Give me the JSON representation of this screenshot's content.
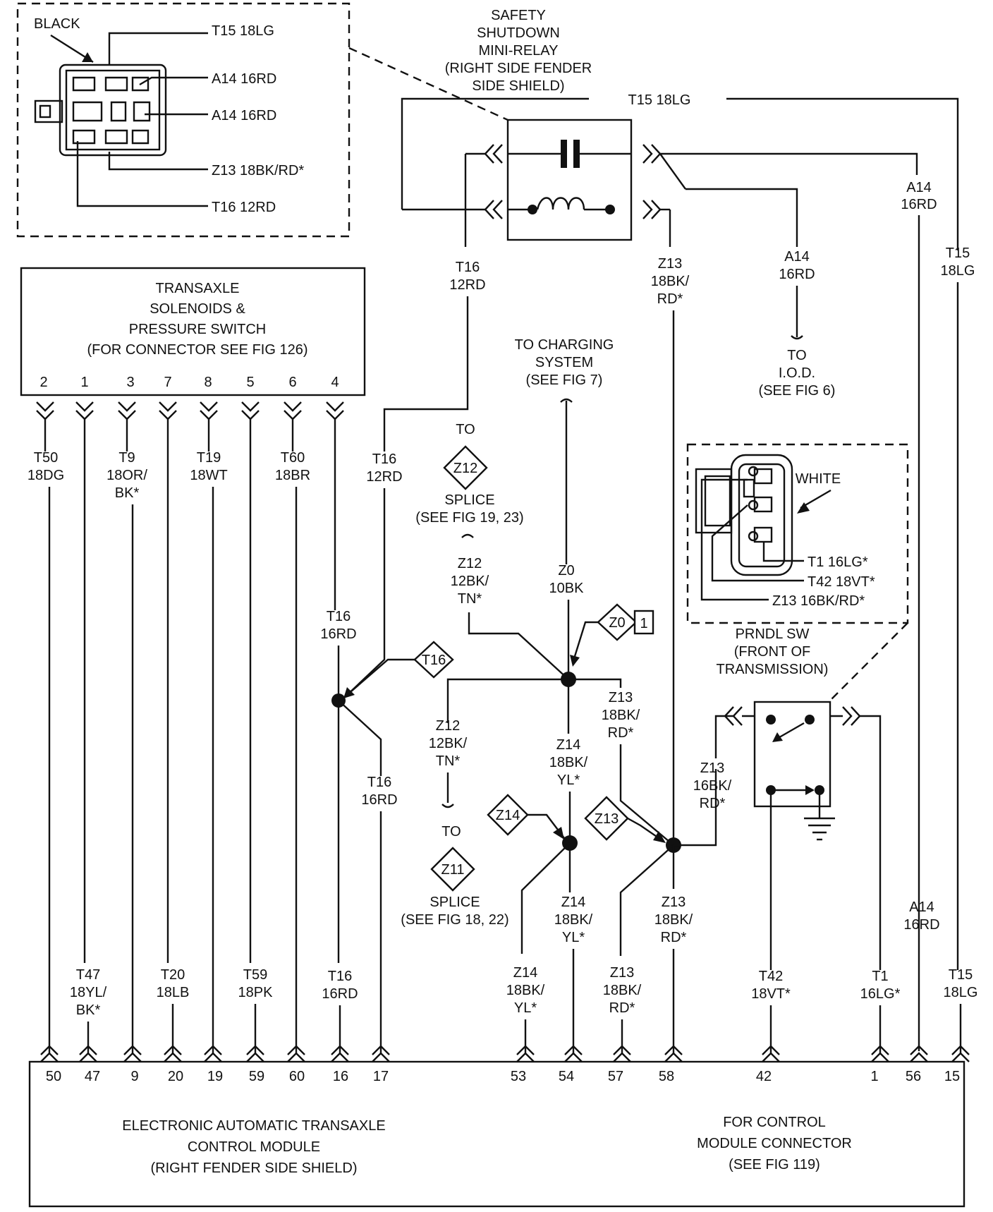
{
  "relay": {
    "title": [
      "SAFETY",
      "SHUTDOWN",
      "MINI-RELAY",
      "(RIGHT SIDE FENDER",
      "SIDE SHIELD)"
    ]
  },
  "black_connector": {
    "color_label": "BLACK",
    "pins": [
      "T15 18LG",
      "A14 16RD",
      "A14 16RD",
      "Z13 18BK/RD*",
      "T16 12RD"
    ]
  },
  "transaxle": {
    "title": [
      "TRANSAXLE",
      "SOLENOIDS &",
      "PRESSURE SWITCH",
      "(FOR CONNECTOR SEE FIG 126)"
    ],
    "pins": [
      "2",
      "1",
      "3",
      "7",
      "8",
      "5",
      "6",
      "4"
    ]
  },
  "wires": {
    "t50": [
      "T50",
      "18DG"
    ],
    "t9": [
      "T9",
      "18OR/",
      "BK*"
    ],
    "t19": [
      "T19",
      "18WT"
    ],
    "t60": [
      "T60",
      "18BR"
    ],
    "t47": [
      "T47",
      "18YL/",
      "BK*"
    ],
    "t20": [
      "T20",
      "18LB"
    ],
    "t59": [
      "T59",
      "18PK"
    ],
    "t16_upper": [
      "T16",
      "16RD"
    ],
    "t16_lower": [
      "T16",
      "16RD"
    ],
    "t16_right": [
      "T16",
      "16RD"
    ],
    "t16_12rd_a": [
      "T16",
      "12RD"
    ],
    "t16_12rd_b": [
      "T16",
      "12RD"
    ],
    "t15_top": "T15 18LG",
    "a14_right": [
      "A14",
      "16RD"
    ],
    "t15_right": [
      "T15",
      "18LG"
    ],
    "a14_relay": [
      "A14",
      "16RD"
    ],
    "z13_relay": [
      "Z13",
      "18BK/",
      "RD*"
    ],
    "z12_upper": [
      "Z12",
      "12BK/",
      "TN*"
    ],
    "z12_lower": [
      "Z12",
      "12BK/",
      "TN*"
    ],
    "z0": [
      "Z0",
      "10BK"
    ],
    "z13_mid": [
      "Z13",
      "18BK/",
      "RD*"
    ],
    "z14_mid": [
      "Z14",
      "18BK/",
      "YL*"
    ],
    "z14_low": [
      "Z14",
      "18BK/",
      "YL*"
    ],
    "z14_bot": [
      "Z14",
      "18BK/",
      "YL*"
    ],
    "z13_bot": [
      "Z13",
      "18BK/",
      "RD*"
    ],
    "z13_low": [
      "Z13",
      "18BK/",
      "RD*"
    ],
    "z13_prndl": [
      "Z13",
      "16BK/",
      "RD*"
    ],
    "t42": [
      "T42",
      "18VT*"
    ],
    "t1": [
      "T1",
      "16LG*"
    ],
    "a14_bot": [
      "A14",
      "16RD"
    ],
    "t15_bot": [
      "T15",
      "18LG"
    ]
  },
  "refs": {
    "iod": [
      "TO",
      "I.O.D.",
      "(SEE FIG 6)"
    ],
    "charging": [
      "TO CHARGING",
      "SYSTEM",
      "(SEE FIG 7)"
    ],
    "to_z12": "TO",
    "z12_splice": [
      "SPLICE",
      "(SEE FIG 19, 23)"
    ],
    "to_z11": "TO",
    "z11_splice": [
      "SPLICE",
      "(SEE FIG 18, 22)"
    ]
  },
  "splices": {
    "z12": "Z12",
    "z11": "Z11",
    "t16": "T16",
    "z0": "Z0",
    "z0_num": "1",
    "z14": "Z14",
    "z13": "Z13"
  },
  "prndl": {
    "white": "WHITE",
    "pins": [
      "T1 16LG*",
      "T42 18VT*",
      "Z13 16BK/RD*"
    ],
    "title": [
      "PRNDL SW",
      "(FRONT OF",
      "TRANSMISSION)"
    ]
  },
  "module": {
    "pins": [
      "50",
      "47",
      "9",
      "20",
      "19",
      "59",
      "60",
      "16",
      "17",
      "53",
      "54",
      "57",
      "58",
      "42",
      "1",
      "56",
      "15"
    ],
    "title": [
      "ELECTRONIC AUTOMATIC TRANSAXLE",
      "CONTROL MODULE",
      "(RIGHT FENDER SIDE SHIELD)"
    ],
    "connector_note": [
      "FOR CONTROL",
      "MODULE CONNECTOR",
      "(SEE FIG 119)"
    ]
  }
}
